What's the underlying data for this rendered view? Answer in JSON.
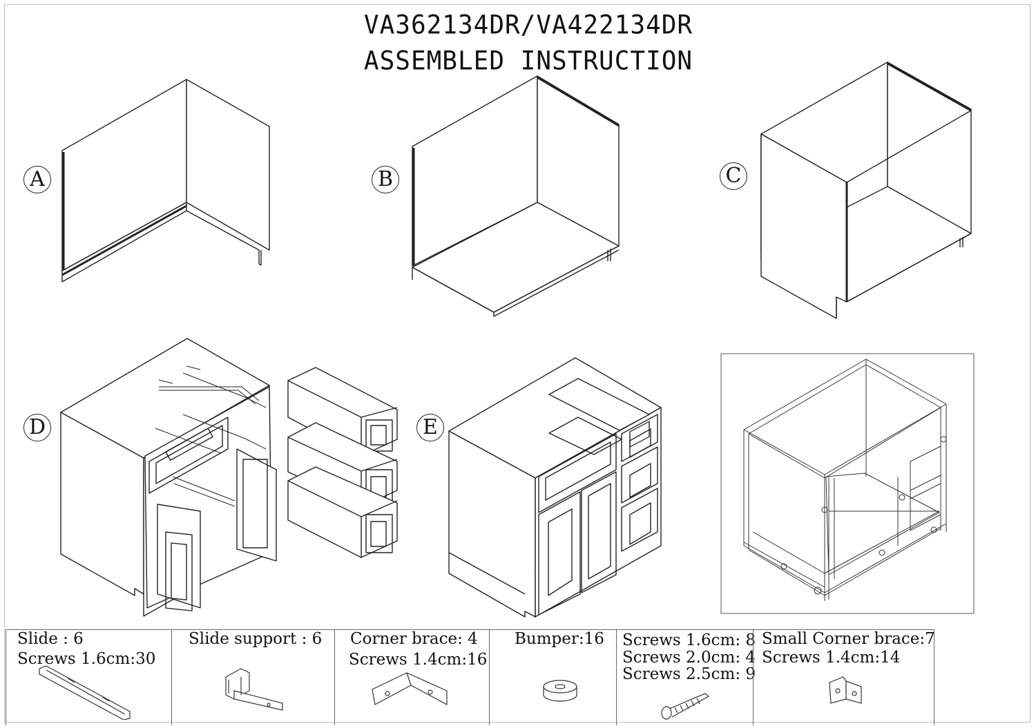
{
  "header": {
    "model": "VA362134DR/VA422134DR",
    "subtitle": "ASSEMBLED  INSTRUCTION"
  },
  "steps": [
    {
      "label": "A"
    },
    {
      "label": "B"
    },
    {
      "label": "C"
    },
    {
      "label": "D"
    },
    {
      "label": "E"
    }
  ],
  "parts": [
    {
      "lines": [
        {
          "text": "Slide : 6"
        },
        {
          "text": "Screws 1.6cm:30"
        }
      ],
      "icon": "slide-icon"
    },
    {
      "lines": [
        {
          "text": "Slide support : 6"
        }
      ],
      "icon": "slide-support-icon"
    },
    {
      "lines": [
        {
          "text": "Corner brace: 4"
        },
        {
          "text": "Screws 1.4cm:16"
        }
      ],
      "icon": "corner-brace-icon"
    },
    {
      "lines": [
        {
          "text": "Bumper:16"
        }
      ],
      "icon": "bumper-icon"
    },
    {
      "lines": [
        {
          "text": "Screws 1.6cm: 8"
        },
        {
          "text": "Screws 2.0cm: 4"
        },
        {
          "text": "Screws 2.5cm: 9"
        }
      ],
      "icon": "screw-icon"
    },
    {
      "lines": [
        {
          "text": "Small Corner brace:7"
        },
        {
          "text": "Screws 1.4cm:14"
        }
      ],
      "icon": "small-corner-brace-icon"
    }
  ]
}
